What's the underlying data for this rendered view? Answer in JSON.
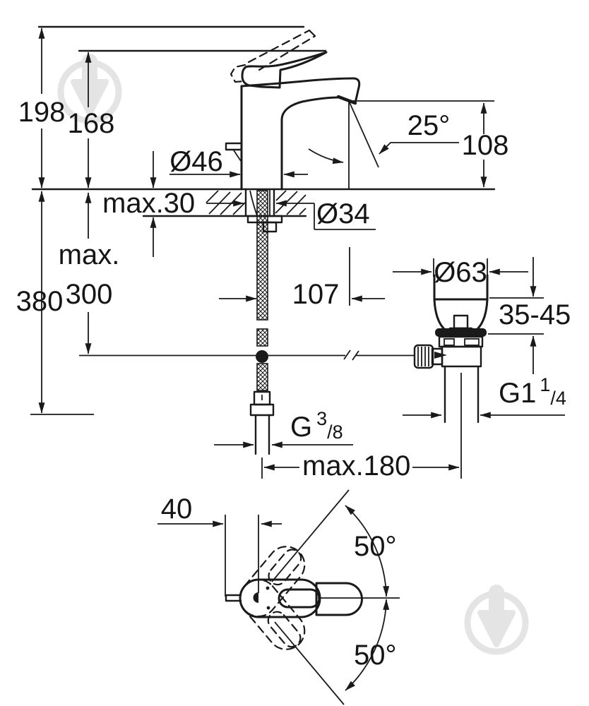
{
  "page": {
    "background": "#ffffff",
    "kind": "technical dimensional drawing",
    "subject": "Single-lever basin mixer faucet with pop-up waste set - installation dimensions",
    "units": "mm",
    "stroke_color": "#1a1a1a",
    "watermark": {
      "color": "#e4e4e4",
      "icon": "trowel-drop-in-circle"
    }
  },
  "side_view": {
    "name": "side elevation with mounting dimensions",
    "labels": {
      "total_height": "198",
      "lever_height": "168",
      "spout_outlet_height": "108",
      "spout_angle": "25°",
      "body_diameter": "Ø46",
      "deck_thickness": "max.30",
      "hole_diameter": "Ø34",
      "rod_max_word": "max.",
      "rod_max_value": "300",
      "hose_drop": "380",
      "spout_reach": "107",
      "waste_flange_diameter": "Ø63",
      "clamp_range": "35-45",
      "waste_thread": {
        "base": "G1",
        "sup": "1",
        "sub": "/4"
      },
      "supply_thread": {
        "base": "G",
        "sup": "3",
        "sub": "/8"
      },
      "waste_distance": "max.180"
    }
  },
  "top_view": {
    "name": "plan view with handle swivel angles",
    "labels": {
      "handle_offset": "40",
      "swivel_upper": "50°",
      "swivel_lower": "50°"
    }
  }
}
